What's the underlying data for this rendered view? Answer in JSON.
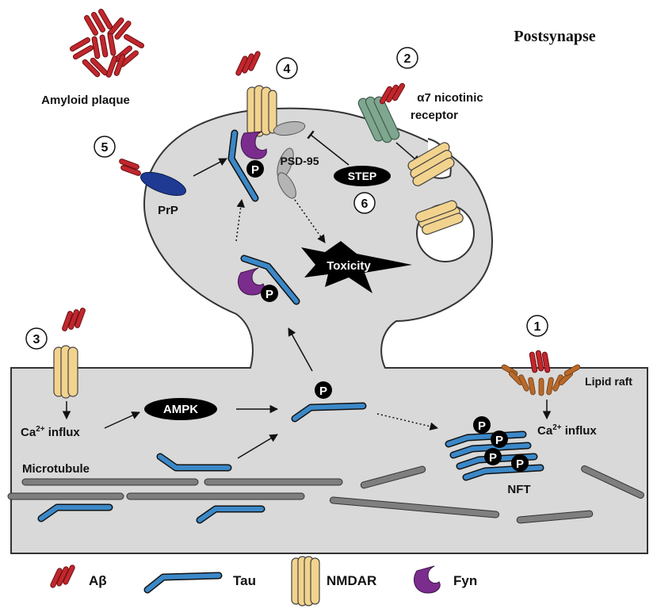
{
  "title": "Postsynapse",
  "labels": {
    "amyloid_plaque": "Amyloid plaque",
    "a7_line1": "α7 nicotinic",
    "a7_line2": "receptor",
    "psd95": "PSD-95",
    "step": "STEP",
    "prp": "PrP",
    "toxicity": "Toxicity",
    "ampk": "AMPK",
    "ca_left_base": "Ca",
    "ca_left_sup": "2+",
    "ca_left_rest": " influx",
    "ca_right_base": "Ca",
    "ca_right_sup": "2+",
    "ca_right_rest": " influx",
    "microtubule": "Microtubule",
    "lipid_raft": "Lipid raft",
    "nft": "NFT",
    "phospho": "P"
  },
  "numbers": {
    "n1": "1",
    "n2": "2",
    "n3": "3",
    "n4": "4",
    "n5": "5",
    "n6": "6"
  },
  "legend": {
    "abeta": "Aβ",
    "tau": "Tau",
    "nmdar": "NMDAR",
    "fyn": "Fyn"
  },
  "colors": {
    "cell_fill": "#d9d9d9",
    "abeta": "#c1272d",
    "tau": "#3b88c8",
    "nmdar": "#f2d38e",
    "fyn": "#7b2d8e",
    "a7_receptor": "#7fa68f",
    "prp": "#1f3a93",
    "lipid_raft": "#b8692a",
    "microtubule": "#7f7f7f",
    "psd95": "#b4b4b4"
  }
}
